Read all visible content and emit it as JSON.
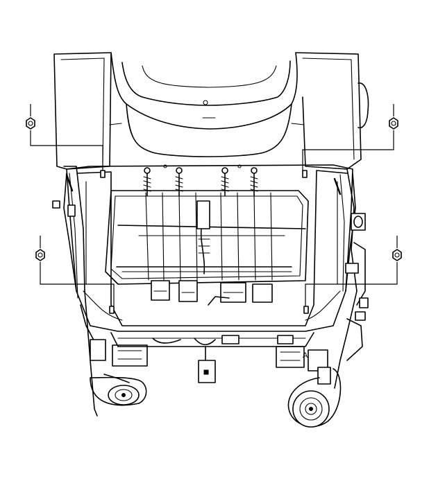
{
  "diagram": {
    "stroke_color": "#000000",
    "background_color": "#ffffff",
    "fasteners": [
      {
        "id": "nut-top-left",
        "icon": "hex-nut-icon"
      },
      {
        "id": "nut-top-right",
        "icon": "hex-nut-icon"
      },
      {
        "id": "nut-mid-left",
        "icon": "hex-nut-icon"
      },
      {
        "id": "nut-mid-right",
        "icon": "hex-nut-icon"
      }
    ],
    "springs_count": 4,
    "markings": {
      "rail_letter": "A"
    }
  }
}
